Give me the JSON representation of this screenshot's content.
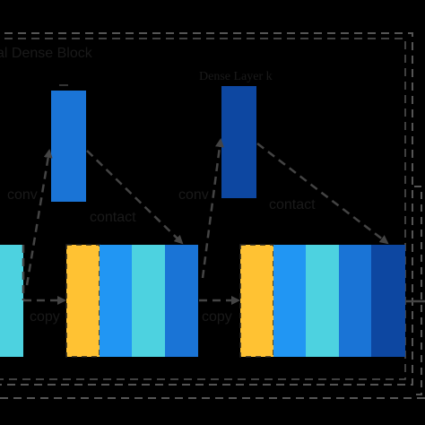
{
  "title": "al Dense Block",
  "layer_top_label": "Dense Layer k",
  "edge_labels": {
    "conv_left": "conv",
    "conv_right": "conv",
    "contact_left": "contact",
    "contact_right": "contact",
    "copy_left": "copy",
    "copy_right": "copy"
  },
  "colors": {
    "background": "#000000",
    "cyan": "#4dd2e0",
    "yellow": "#ffc233",
    "light_blue": "#2196f3",
    "mid_blue": "#1e6fd9",
    "blue": "#1a74d6",
    "dark_blue": "#0d47a1",
    "arrow": "#444444",
    "frame": "#555555"
  }
}
